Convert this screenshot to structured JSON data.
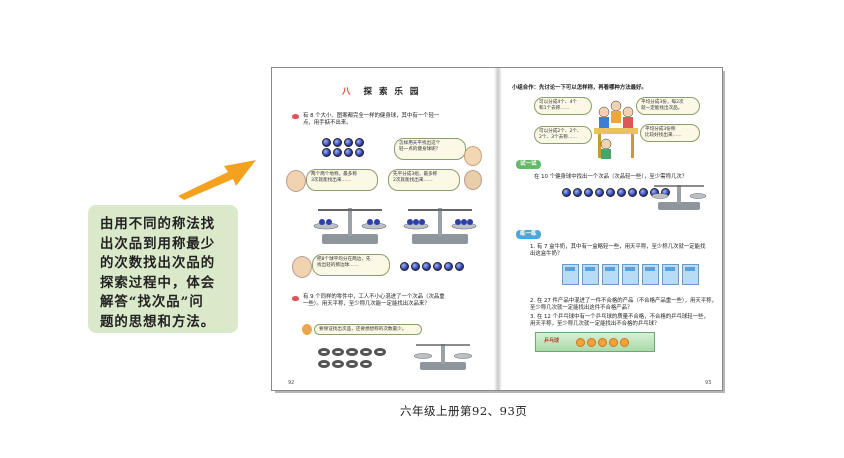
{
  "note": {
    "lines": [
      "由用不同的称法找",
      "出次品到用称最少",
      "的次数找出次品的",
      "探索过程中，体会",
      "解答“找次品”问",
      "题的思想和方法。"
    ]
  },
  "caption": "六年级上册第92、93页",
  "left_page": {
    "number": "92",
    "section_num": "八",
    "section_title": "探 索 乐 园",
    "intro": [
      "有 8 个大小、图案都完全一样的健身球，其中有一个轻一",
      "点，用手掂不出来。"
    ],
    "bubble_question": [
      "怎样用天平找出这个",
      "轻一点的健身球呢？"
    ],
    "bubble_a": [
      "两个两个地称，最多称",
      "3次就能找出来……"
    ],
    "bubble_b": [
      "先平分成3组，最多称",
      "2次就能找出来……"
    ],
    "bubble_c": [
      "把8个球平均分在两边，先",
      "找出轻的那边球……"
    ],
    "q2": [
      "有 9 个同样的零件中，工人不小心混进了一个次品（次品重",
      "一些）。用天平称，至少称几次能一定能找出次品来？"
    ],
    "bubble_d": "要保证找出次品，还要想想称的次数最少。"
  },
  "right_page": {
    "number": "93",
    "heading": "小组合作：先讨论一下可以怎样称，再看哪种方法最好。",
    "bubble_1": [
      "可以分成4个、4个",
      "和1个去称……"
    ],
    "bubble_2": [
      "平均分成3份，每2次",
      "就一定能找出次品。"
    ],
    "bubble_3": [
      "可以分成2个、2个、",
      "2个、3个去称……"
    ],
    "bubble_4": [
      "平均分成3份称",
      "比较好找出来……"
    ],
    "tag_try": "试一试",
    "try_text": "在 10 个健身球中找出一个次品（次品轻一些），至少需称几次？",
    "tag_practice": "练一练",
    "ex1": [
      "1. 有 7 盒牛奶，其中有一盒略轻一些，用天平称，至少称几次就一定能找",
      "出这盒牛奶？"
    ],
    "ex2": [
      "2. 在 27 件产品中混进了一件不合格的产品（不合格产品重一些），用天平称，",
      "至少称几次就一定能找出这件不合格产品？"
    ],
    "ex3": [
      "3. 在 12 个乒乓球中有一个乒乓球的质量不合格，不合格的乒乓球轻一些，",
      "用天平称，至少称几次就一定能找出不合格的乒乓球？"
    ],
    "box_label": "乒乓球"
  },
  "colors": {
    "note_bg": "#dbe9cb",
    "arrow": "#f3a11f",
    "accent": "#e0483a"
  }
}
